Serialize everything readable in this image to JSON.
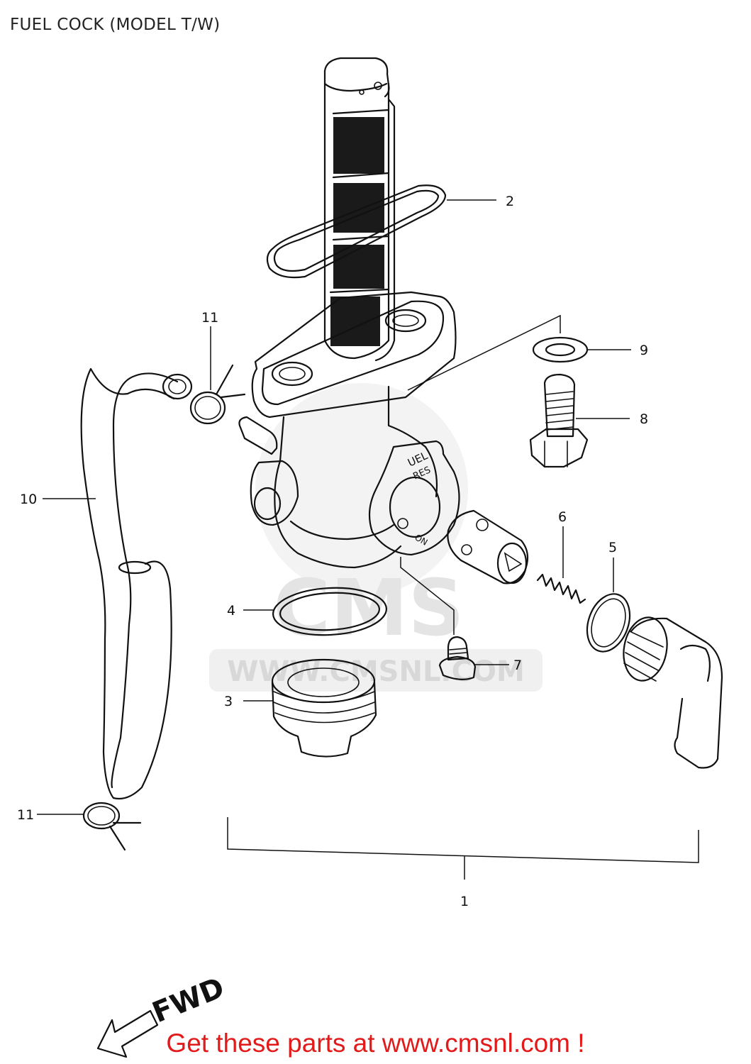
{
  "title": "FUEL COCK (MODEL T/W)",
  "callouts": [
    {
      "id": "1",
      "label": "1"
    },
    {
      "id": "2",
      "label": "2"
    },
    {
      "id": "3",
      "label": "3"
    },
    {
      "id": "4",
      "label": "4"
    },
    {
      "id": "5",
      "label": "5"
    },
    {
      "id": "6",
      "label": "6"
    },
    {
      "id": "7",
      "label": "7"
    },
    {
      "id": "8",
      "label": "8"
    },
    {
      "id": "9",
      "label": "9"
    },
    {
      "id": "10",
      "label": "10"
    },
    {
      "id": "11a",
      "label": "11"
    },
    {
      "id": "11b",
      "label": "11"
    }
  ],
  "lever_text": {
    "fuel": "UEL",
    "res": "RES",
    "on": "ON"
  },
  "direction": {
    "label": "FWD"
  },
  "watermark": {
    "brand": "CMS",
    "url": "WWW.CMSNL.COM"
  },
  "footer": {
    "promo": "Get these parts at www.cmsnl.com !",
    "color": "#e21a1a"
  }
}
